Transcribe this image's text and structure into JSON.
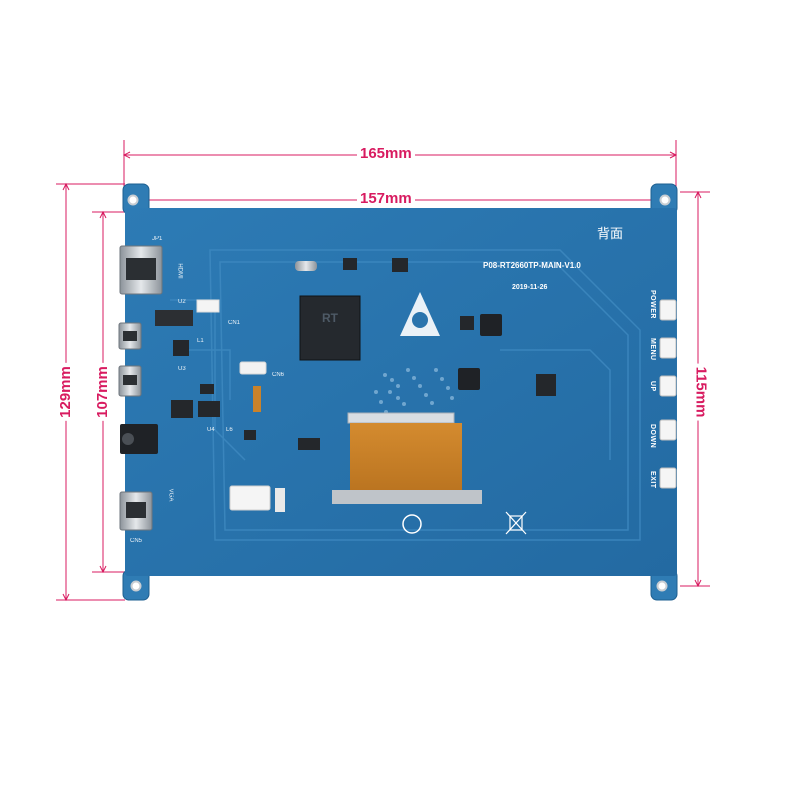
{
  "dimensions": {
    "overall_width": "165mm",
    "pcb_width": "157mm",
    "overall_height": "129mm",
    "pcb_height": "107mm",
    "right_height": "115mm"
  },
  "board": {
    "side_label": "背面",
    "model": "P08-RT2660TP-MAIN-V1.0",
    "date": "2019-11-26",
    "buttons": [
      "POWER",
      "MENU",
      "UP",
      "DOWN",
      "EXIT"
    ],
    "left_labels": [
      "HDMI",
      "VGA",
      "CN5",
      "JP1",
      "CN1",
      "CN6",
      "U2",
      "U3",
      "U4",
      "L1",
      "L6"
    ],
    "colors": {
      "pcb": "#2a74ad",
      "dimension": "#d81b60",
      "flex": "#c9822a"
    }
  }
}
